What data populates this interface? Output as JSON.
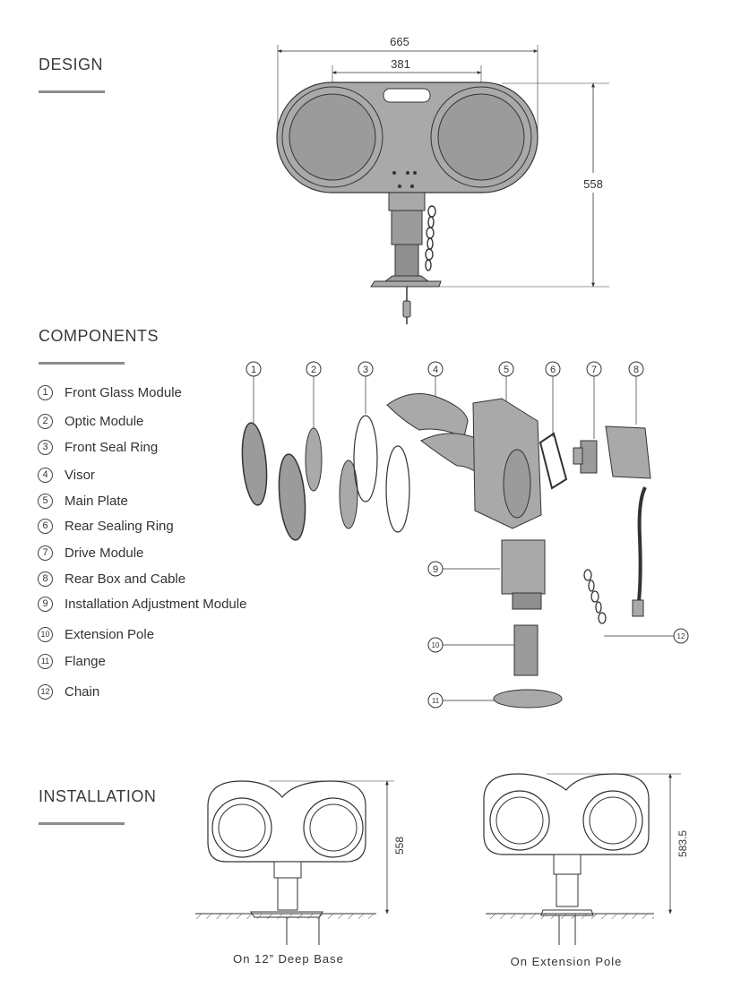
{
  "sections": {
    "design": "DESIGN",
    "components": "COMPONENTS",
    "installation": "INSTALLATION"
  },
  "design_dims": {
    "overall_width": "665",
    "lens_spacing": "381",
    "height": "558"
  },
  "components": [
    {
      "num": "1",
      "label": "Front Glass Module"
    },
    {
      "num": "2",
      "label": "Optic Module"
    },
    {
      "num": "3",
      "label": "Front Seal Ring"
    },
    {
      "num": "4",
      "label": "Visor"
    },
    {
      "num": "5",
      "label": "Main Plate"
    },
    {
      "num": "6",
      "label": "Rear Sealing Ring"
    },
    {
      "num": "7",
      "label": "Drive Module"
    },
    {
      "num": "8",
      "label": "Rear Box and Cable"
    },
    {
      "num": "9",
      "label": "Installation Adjustment Module"
    },
    {
      "num": "10",
      "label": "Extension Pole"
    },
    {
      "num": "11",
      "label": "Flange"
    },
    {
      "num": "12",
      "label": "Chain"
    }
  ],
  "installation": {
    "deep_base": {
      "height": "558",
      "caption": "On 12” Deep Base"
    },
    "extension_pole": {
      "height": "583.5",
      "caption": "On Extension Pole"
    }
  },
  "colors": {
    "body_grey": "#a8a8a8",
    "lens_grey": "#9a9a9a",
    "line": "#333333",
    "rule": "#8c8c8c"
  }
}
